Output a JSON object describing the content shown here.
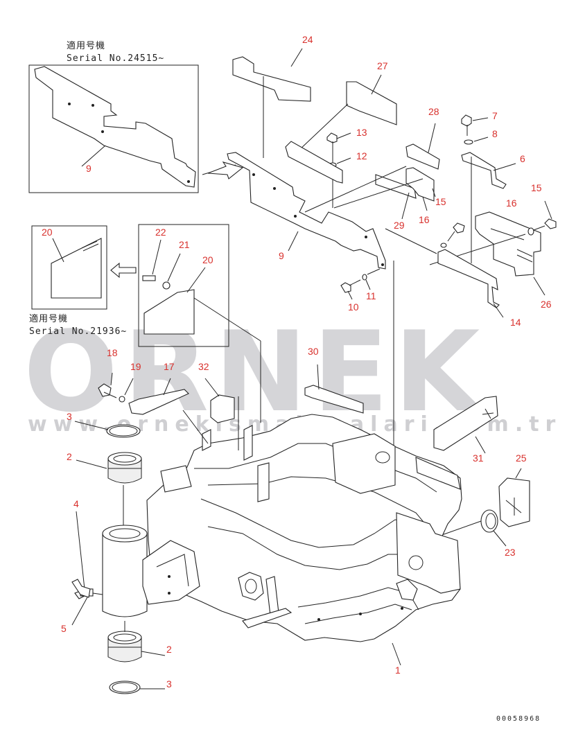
{
  "watermark": {
    "brand": "ORNEK",
    "url": "www.ornekismakinalari.com.tr"
  },
  "insets": [
    {
      "label_line1": "適用号機",
      "label_line2": "Serial No.24515~"
    },
    {
      "label_line1": "適用号機",
      "label_line2": "Serial No.21936~"
    }
  ],
  "diagram_code": "00058968",
  "callouts": [
    {
      "id": "c-24-top",
      "text": "24"
    },
    {
      "id": "c-27",
      "text": "27"
    },
    {
      "id": "c-28",
      "text": "28"
    },
    {
      "id": "c-7",
      "text": "7"
    },
    {
      "id": "c-8",
      "text": "8"
    },
    {
      "id": "c-13",
      "text": "13"
    },
    {
      "id": "c-12",
      "text": "12"
    },
    {
      "id": "c-6",
      "text": "6"
    },
    {
      "id": "c-15-right",
      "text": "15"
    },
    {
      "id": "c-15-mid",
      "text": "15"
    },
    {
      "id": "c-16-right",
      "text": "16"
    },
    {
      "id": "c-16-mid",
      "text": "16"
    },
    {
      "id": "c-29",
      "text": "29"
    },
    {
      "id": "c-9-main",
      "text": "9"
    },
    {
      "id": "c-9-inset",
      "text": "9"
    },
    {
      "id": "c-10",
      "text": "10"
    },
    {
      "id": "c-11",
      "text": "11"
    },
    {
      "id": "c-26",
      "text": "26"
    },
    {
      "id": "c-14",
      "text": "14"
    },
    {
      "id": "c-20-inset",
      "text": "20"
    },
    {
      "id": "c-22",
      "text": "22"
    },
    {
      "id": "c-21",
      "text": "21"
    },
    {
      "id": "c-20-detail",
      "text": "20"
    },
    {
      "id": "c-18",
      "text": "18"
    },
    {
      "id": "c-19",
      "text": "19"
    },
    {
      "id": "c-17",
      "text": "17"
    },
    {
      "id": "c-32",
      "text": "32"
    },
    {
      "id": "c-30",
      "text": "30"
    },
    {
      "id": "c-3-top",
      "text": "3"
    },
    {
      "id": "c-2-top",
      "text": "2"
    },
    {
      "id": "c-4",
      "text": "4"
    },
    {
      "id": "c-5",
      "text": "5"
    },
    {
      "id": "c-2-bottom",
      "text": "2"
    },
    {
      "id": "c-3-bottom",
      "text": "3"
    },
    {
      "id": "c-31",
      "text": "31"
    },
    {
      "id": "c-25",
      "text": "25"
    },
    {
      "id": "c-23",
      "text": "23"
    },
    {
      "id": "c-1",
      "text": "1"
    }
  ]
}
